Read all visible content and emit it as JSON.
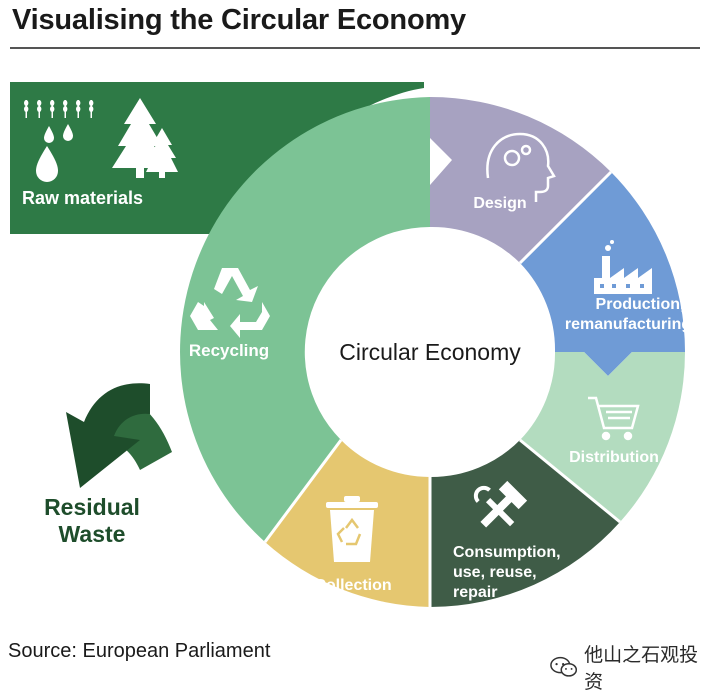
{
  "title": "Visualising the Circular Economy",
  "center_label": "Circular Economy",
  "segments": {
    "design": "Design",
    "production_line1": "Production,",
    "production_line2": "remanufacturing",
    "distribution": "Distribution",
    "consumption_line1": "Consumption,",
    "consumption_line2": "use, reuse,",
    "consumption_line3": "repair",
    "collection": "Collection",
    "recycling": "Recycling"
  },
  "raw_materials": "Raw materials",
  "residual_line1": "Residual",
  "residual_line2": "Waste",
  "source": "Source: European Parliament",
  "watermark": "他山之石观投资",
  "colors": {
    "raw_materials": "#2e7a46",
    "recycling": "#7cc395",
    "design": "#a7a2c1",
    "production": "#6f9bd6",
    "distribution": "#b3dcbf",
    "consumption": "#3f5c47",
    "collection": "#e5c770",
    "residual_arrow": "#1e4d2b"
  }
}
